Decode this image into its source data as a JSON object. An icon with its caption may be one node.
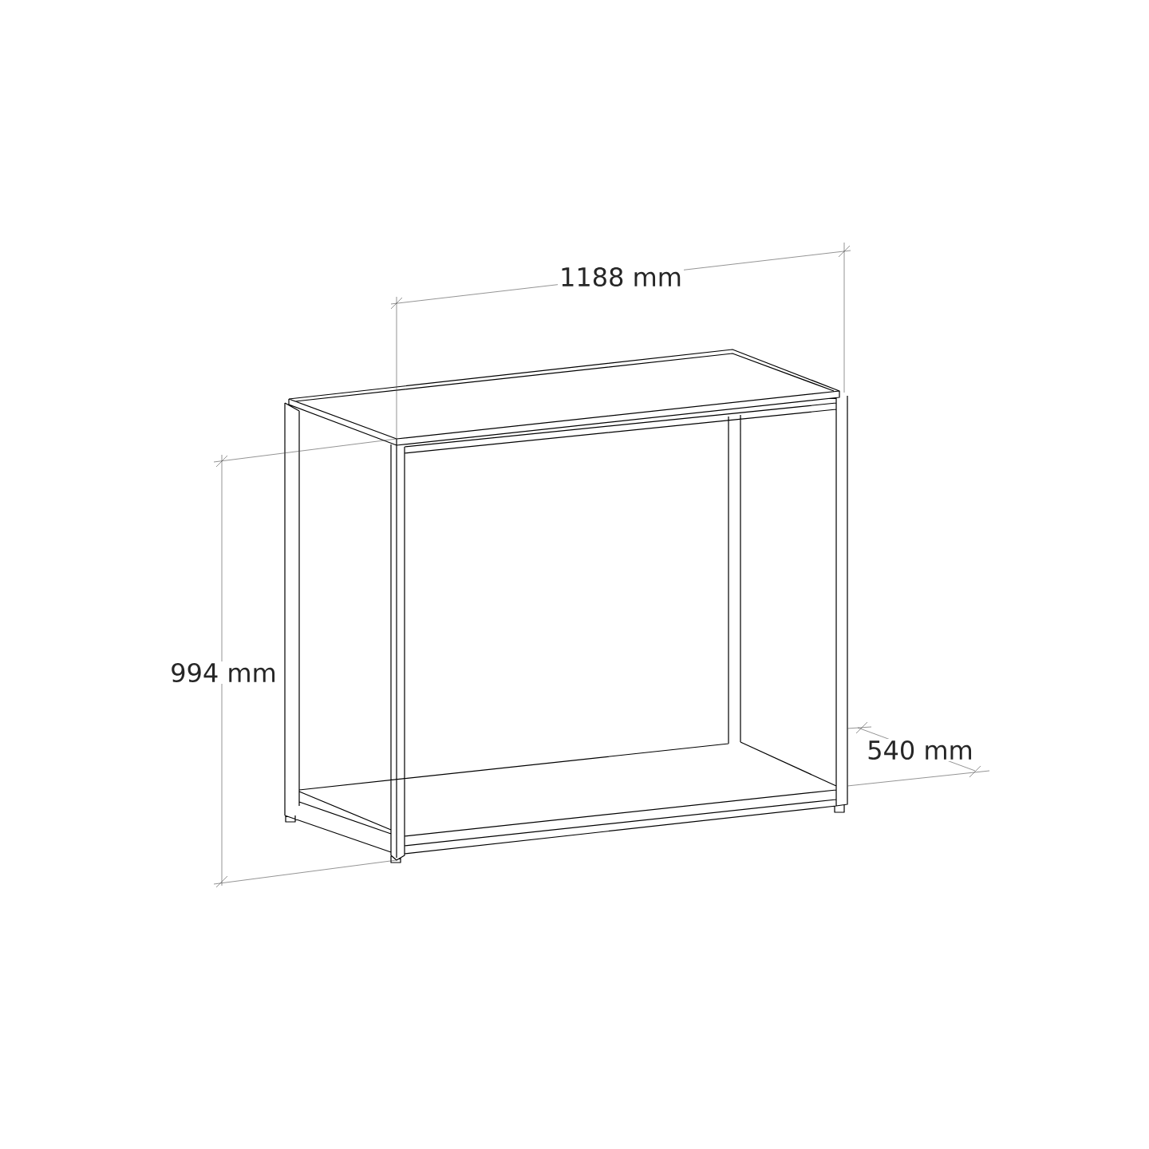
{
  "diagram": {
    "labels": [
      "1188 mm",
      "994 mm",
      "540 mm"
    ]
  }
}
